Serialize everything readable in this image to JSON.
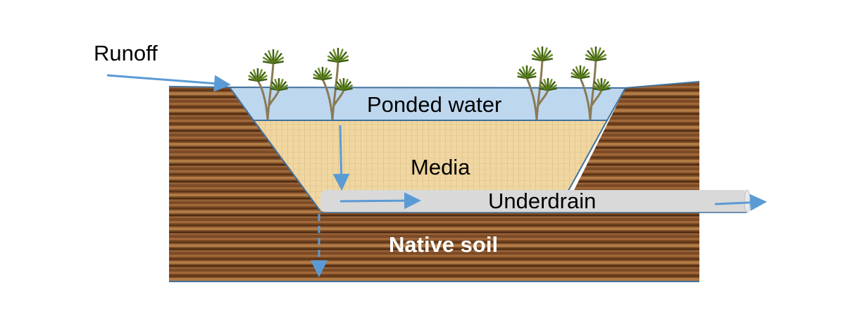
{
  "labels": {
    "runoff": "Runoff",
    "ponded_water": "Ponded water",
    "media": "Media",
    "underdrain": "Underdrain",
    "native_soil": "Native soil"
  },
  "colors": {
    "soil": "#7a4a24",
    "water": "#bdd7ee",
    "media": "#f1d8a4",
    "pipe": "#d9d9d9",
    "arrow": "#5b9bd5",
    "outline": "#41719c"
  },
  "icons": [
    "plant-icon"
  ]
}
